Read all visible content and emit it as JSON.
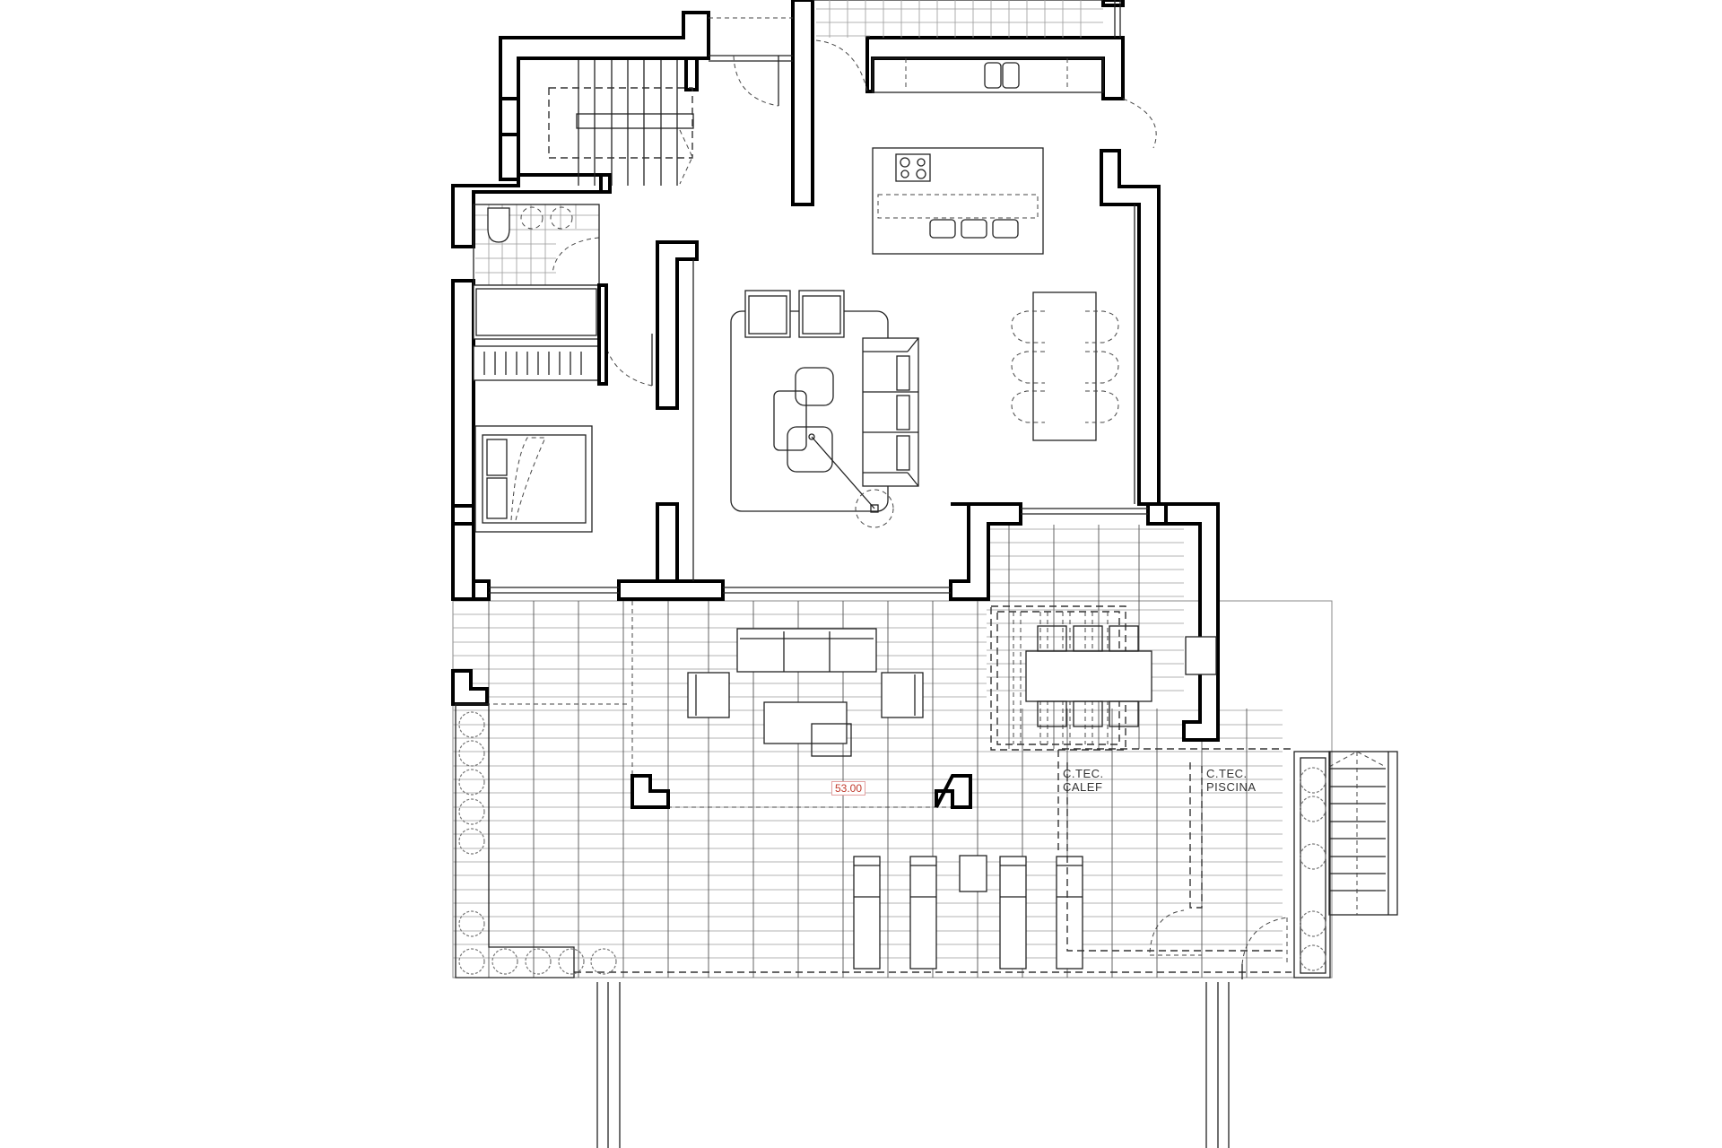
{
  "drawing": {
    "type": "architectural floor plan",
    "background_color": "#ffffff",
    "line_color": "#000000",
    "elevation_color": "#c0392b"
  },
  "labels": {
    "tech_room_heating": [
      "C.TEC.",
      "CALEF"
    ],
    "tech_room_pool": [
      "C.TEC.",
      "PISCINA"
    ],
    "elevation_mark": "53.00"
  },
  "rooms": [
    {
      "name": "staircase",
      "furniture": [
        "u-shaped stair",
        "handrail"
      ]
    },
    {
      "name": "bathroom",
      "furniture": [
        "toilet",
        "washbasin",
        "washbasin"
      ]
    },
    {
      "name": "bedroom",
      "furniture": [
        "double bed",
        "wardrobe",
        "closet"
      ]
    },
    {
      "name": "kitchen",
      "furniture": [
        "worktop",
        "double sink",
        "island with hob",
        "bar stool",
        "bar stool",
        "bar stool"
      ]
    },
    {
      "name": "living-room",
      "furniture": [
        "rug",
        "armchair",
        "armchair",
        "3-seat sofa",
        "coffee table",
        "side table",
        "floor lamp"
      ]
    },
    {
      "name": "dining-area",
      "furniture": [
        "dining table",
        "6 chairs"
      ]
    },
    {
      "name": "covered-porch",
      "furniture": [
        "outdoor dining table",
        "6 outdoor chairs",
        "sideboard"
      ]
    },
    {
      "name": "terrace",
      "furniture": [
        "outdoor sofa",
        "armchair",
        "armchair",
        "coffee table",
        "side table",
        "4 sun loungers",
        "side table"
      ]
    },
    {
      "name": "tech-room-heating"
    },
    {
      "name": "tech-room-pool"
    },
    {
      "name": "exterior-stair"
    },
    {
      "name": "planters",
      "furniture": [
        "shrubs"
      ]
    }
  ]
}
